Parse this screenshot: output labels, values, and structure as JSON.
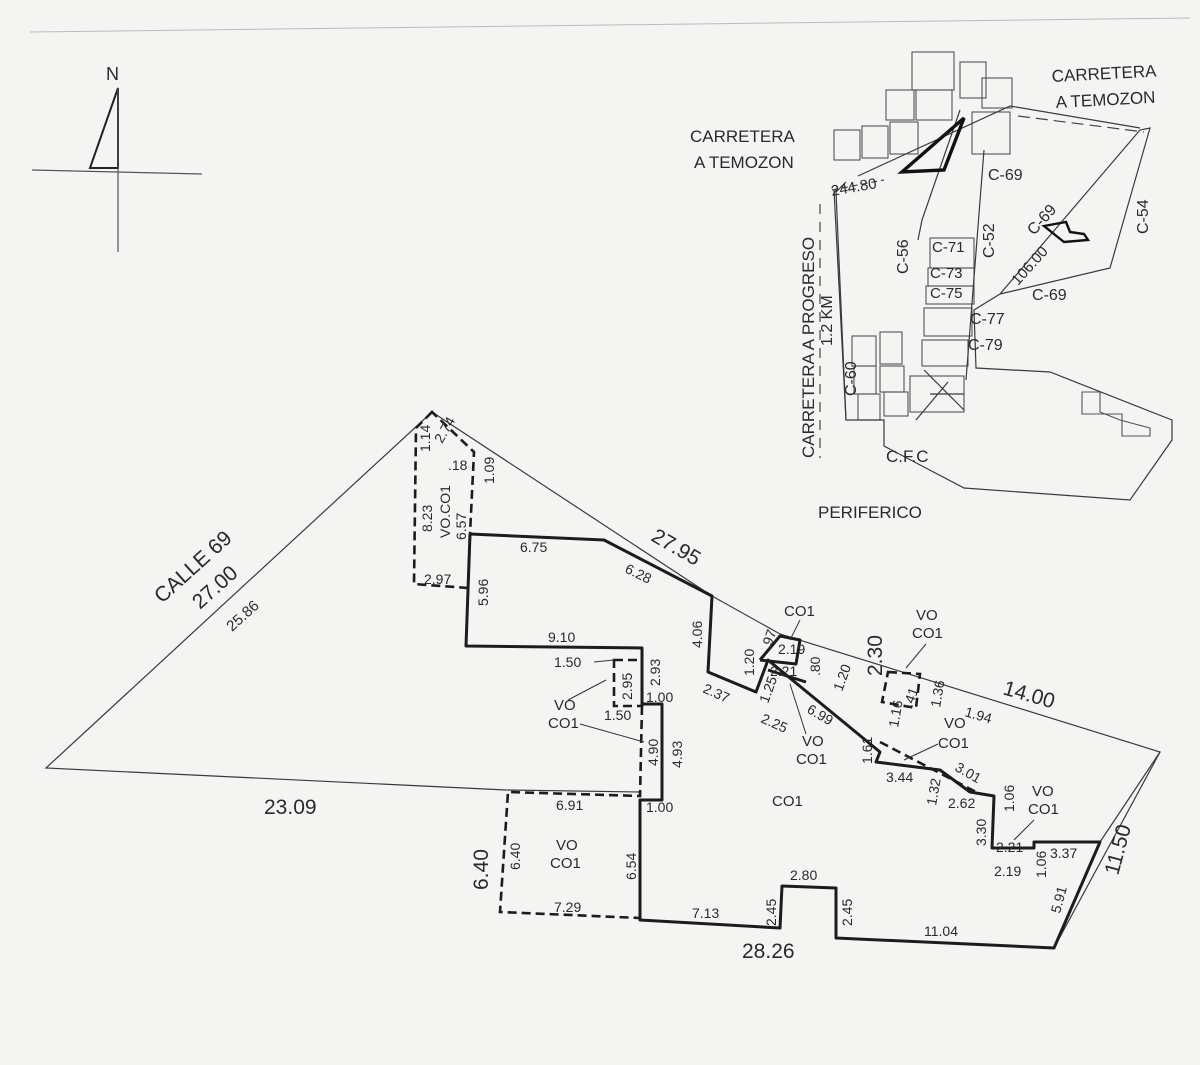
{
  "north": {
    "label": "N"
  },
  "main_lot": {
    "street_name": "CALLE 69",
    "dimensions": {
      "calle69_front": "27.00",
      "calle69_inner": "25.86",
      "northeast_side": "27.95",
      "east_short": "2.30",
      "east_upper": "14.00",
      "east_lower": "11.50",
      "south_side": "28.26",
      "west_bottom": "23.09",
      "southwest_short": "6.40"
    },
    "segments": {
      "s1_14": "1.14",
      "s2_74": "2.74",
      "s018": ".18",
      "s1_09": "1.09",
      "s8_23": "8.23",
      "s6_57": "6.57",
      "s2_97": "2.97",
      "s6_75": "6.75",
      "s6_28": "6.28",
      "s5_96": "5.96",
      "s9_10": "9.10",
      "s4_06": "4.06",
      "s1_50a": "1.50",
      "s2_95": "2.95",
      "s2_93": "2.93",
      "s1_00a": "1.00",
      "s1_50b": "1.50",
      "s4_90": "4.90",
      "s4_93": "4.93",
      "s2_37": "2.37",
      "s1_20a": "1.20",
      "s0_97": ".97",
      "s2_19a": "2.19",
      "s2_21a": "2.21",
      "s0_80": ".80",
      "s1_20b": "1.20",
      "s1_25": "1.25",
      "s2_25": "2.25",
      "s6_99": "6.99",
      "s1_16": "1.16",
      "s0_41": ".41",
      "s1_36": "1.36",
      "s1_94": "1.94",
      "s1_61": "1.61",
      "s3_44": "3.44",
      "s1_32": "1.32",
      "s3_01": "3.01",
      "s2_62": "2.62",
      "s1_06a": "1.06",
      "s3_30": "3.30",
      "s2_21b": "2.21",
      "s3_37": "3.37",
      "s1_06b": "1.06",
      "s2_19b": "2.19",
      "s5_91": "5.91",
      "s6_91": "6.91",
      "s1_00b": "1.00",
      "s6_40": "6.40",
      "s6_54": "6.54",
      "s7_29": "7.29",
      "s7_13": "7.13",
      "s2_45a": "2.45",
      "s2_80": "2.80",
      "s2_45b": "2.45",
      "s11_04": "11.04"
    },
    "zones": {
      "vo_co1_top": "VO.CO1",
      "co1_main": "CO1",
      "co1_upper": "CO1",
      "vo_right_top": "VO",
      "co1_right_top": "CO1",
      "vo_left": "VO",
      "co1_left": "CO1",
      "vo_mid": "VO",
      "co1_mid": "CO1",
      "vo_right_mid": "VO",
      "co1_right_mid": "CO1",
      "vo_far_right": "VO",
      "co1_far_right": "CO1",
      "vo_bottom": "VO",
      "co1_bottom": "CO1"
    }
  },
  "location_map": {
    "road_temozon_left_1": "CARRETERA",
    "road_temozon_left_2": "A TEMOZON",
    "road_temozon_right_1": "CARRETERA",
    "road_temozon_right_2": "A TEMOZON",
    "distance_top": "244.80",
    "distance_right": "106.00",
    "road_progreso": "CARRETERA A PROGRESO",
    "progreso_distance": "1.2 KM",
    "c69_top": "C-69",
    "c69_diag": "C-69",
    "c69_bottom": "C-69",
    "c54": "C-54",
    "c56": "C-56",
    "c52": "C-52",
    "c71": "C-71",
    "c73": "C-73",
    "c75": "C-75",
    "c77": "C-77",
    "c79": "C-79",
    "c60": "C-60",
    "cfc": "C.F.C",
    "periferico": "PERIFERICO"
  }
}
